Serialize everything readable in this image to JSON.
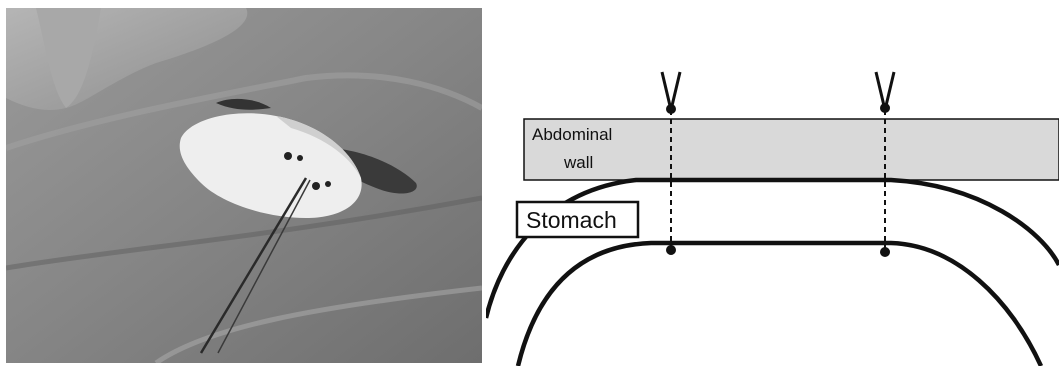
{
  "diagram": {
    "abdominal_wall_line1": "Abdominal",
    "abdominal_wall_line2": "wall",
    "stomach_label": "Stomach"
  },
  "colors": {
    "wall_fill": "#d9d9d9",
    "stroke": "#111111",
    "photo_background": "#8a8a8a"
  }
}
